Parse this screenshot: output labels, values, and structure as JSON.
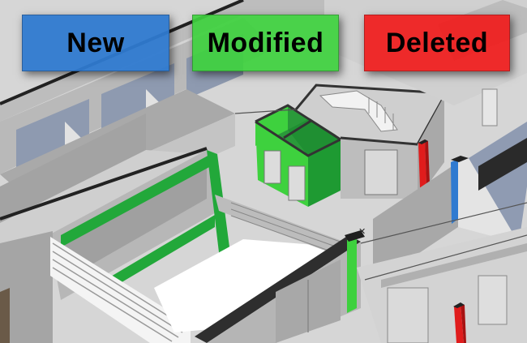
{
  "legend": {
    "items": [
      {
        "label": "New",
        "color": "#2f7ad0",
        "meaning": "new"
      },
      {
        "label": "Modified",
        "color": "#3ed13e",
        "meaning": "modified"
      },
      {
        "label": "Deleted",
        "color": "#f01d1d",
        "meaning": "deleted"
      }
    ]
  },
  "model": {
    "description": "Isometric 3D BIM view of a building floor with color-coded element changes",
    "colors": {
      "wall_top": "#e6e6e6",
      "wall_face_light": "#c8c8c8",
      "wall_face_dark": "#a8a8a8",
      "floor": "#dcdcdc",
      "glass": "#9aa7bd",
      "edge": "#333333",
      "new_element": "#2f7ad0",
      "modified_element": "#22a83a",
      "modified_light": "#3ed13e",
      "deleted_element": "#e01c1c"
    },
    "cursor_glyph": "✕"
  }
}
